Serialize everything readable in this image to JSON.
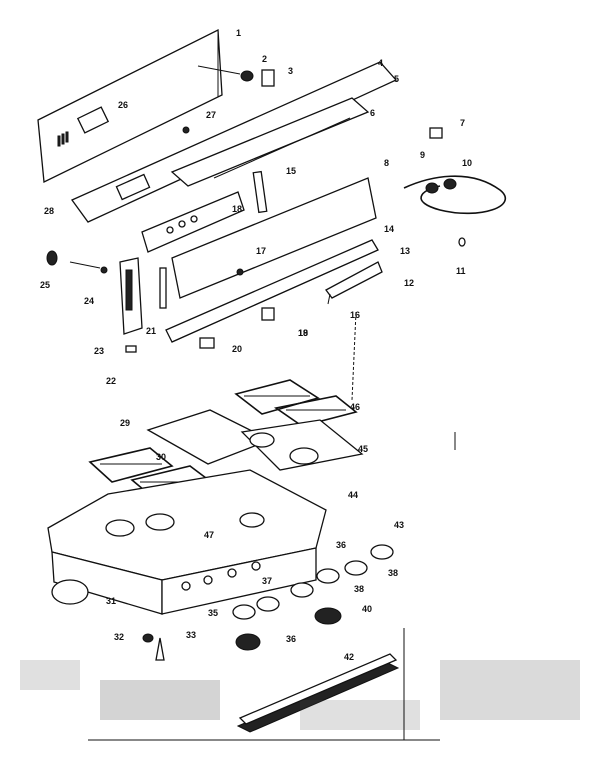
{
  "callouts": [
    {
      "id": "c1",
      "label": "1"
    },
    {
      "id": "c2",
      "label": "2"
    },
    {
      "id": "c3",
      "label": "3"
    },
    {
      "id": "c4",
      "label": "4"
    },
    {
      "id": "c5",
      "label": "5"
    },
    {
      "id": "c6",
      "label": "6"
    },
    {
      "id": "c7",
      "label": "7"
    },
    {
      "id": "c8",
      "label": "8"
    },
    {
      "id": "c9",
      "label": "9"
    },
    {
      "id": "c10",
      "label": "10"
    },
    {
      "id": "c11",
      "label": "11"
    },
    {
      "id": "c12",
      "label": "12"
    },
    {
      "id": "c13",
      "label": "13"
    },
    {
      "id": "c14",
      "label": "14"
    },
    {
      "id": "c15",
      "label": "15"
    },
    {
      "id": "c16",
      "label": "16"
    },
    {
      "id": "c18",
      "label": "18"
    },
    {
      "id": "c18b",
      "label": "18"
    },
    {
      "id": "c17",
      "label": "17"
    },
    {
      "id": "c19",
      "label": "19"
    },
    {
      "id": "c20",
      "label": "20"
    },
    {
      "id": "c21",
      "label": "21"
    },
    {
      "id": "c22",
      "label": "22"
    },
    {
      "id": "c23",
      "label": "23"
    },
    {
      "id": "c24",
      "label": "24"
    },
    {
      "id": "c25",
      "label": "25"
    },
    {
      "id": "c26",
      "label": "26"
    },
    {
      "id": "c27",
      "label": "27"
    },
    {
      "id": "c28",
      "label": "28"
    },
    {
      "id": "c29",
      "label": "29"
    },
    {
      "id": "c30",
      "label": "30"
    },
    {
      "id": "c31",
      "label": "31"
    },
    {
      "id": "c32",
      "label": "32"
    },
    {
      "id": "c33",
      "label": "33"
    },
    {
      "id": "c35",
      "label": "35"
    },
    {
      "id": "c36",
      "label": "36"
    },
    {
      "id": "c36b",
      "label": "36"
    },
    {
      "id": "c37",
      "label": "37"
    },
    {
      "id": "c38",
      "label": "38"
    },
    {
      "id": "c38b",
      "label": "38"
    },
    {
      "id": "c40",
      "label": "40"
    },
    {
      "id": "c42",
      "label": "42"
    },
    {
      "id": "c43",
      "label": "43"
    },
    {
      "id": "c44",
      "label": "44"
    },
    {
      "id": "c45",
      "label": "45"
    },
    {
      "id": "c46",
      "label": "46"
    },
    {
      "id": "c47",
      "label": "47"
    }
  ]
}
